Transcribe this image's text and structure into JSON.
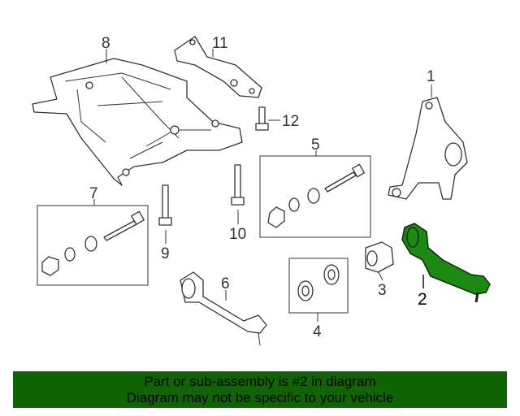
{
  "diagram": {
    "callouts": {
      "c1": "1",
      "c2": "2",
      "c3": "3",
      "c4": "4",
      "c5": "5",
      "c6": "6",
      "c7": "7",
      "c8": "8",
      "c9": "9",
      "c10": "10",
      "c11": "11",
      "c12": "12"
    },
    "highlight_color": "#1c8a12",
    "highlighted_part": "2"
  },
  "banner": {
    "line1": "Part or sub-assembly is #2 in diagram",
    "line2": "Diagram may not be specific to your vehicle",
    "color": "#116405"
  }
}
